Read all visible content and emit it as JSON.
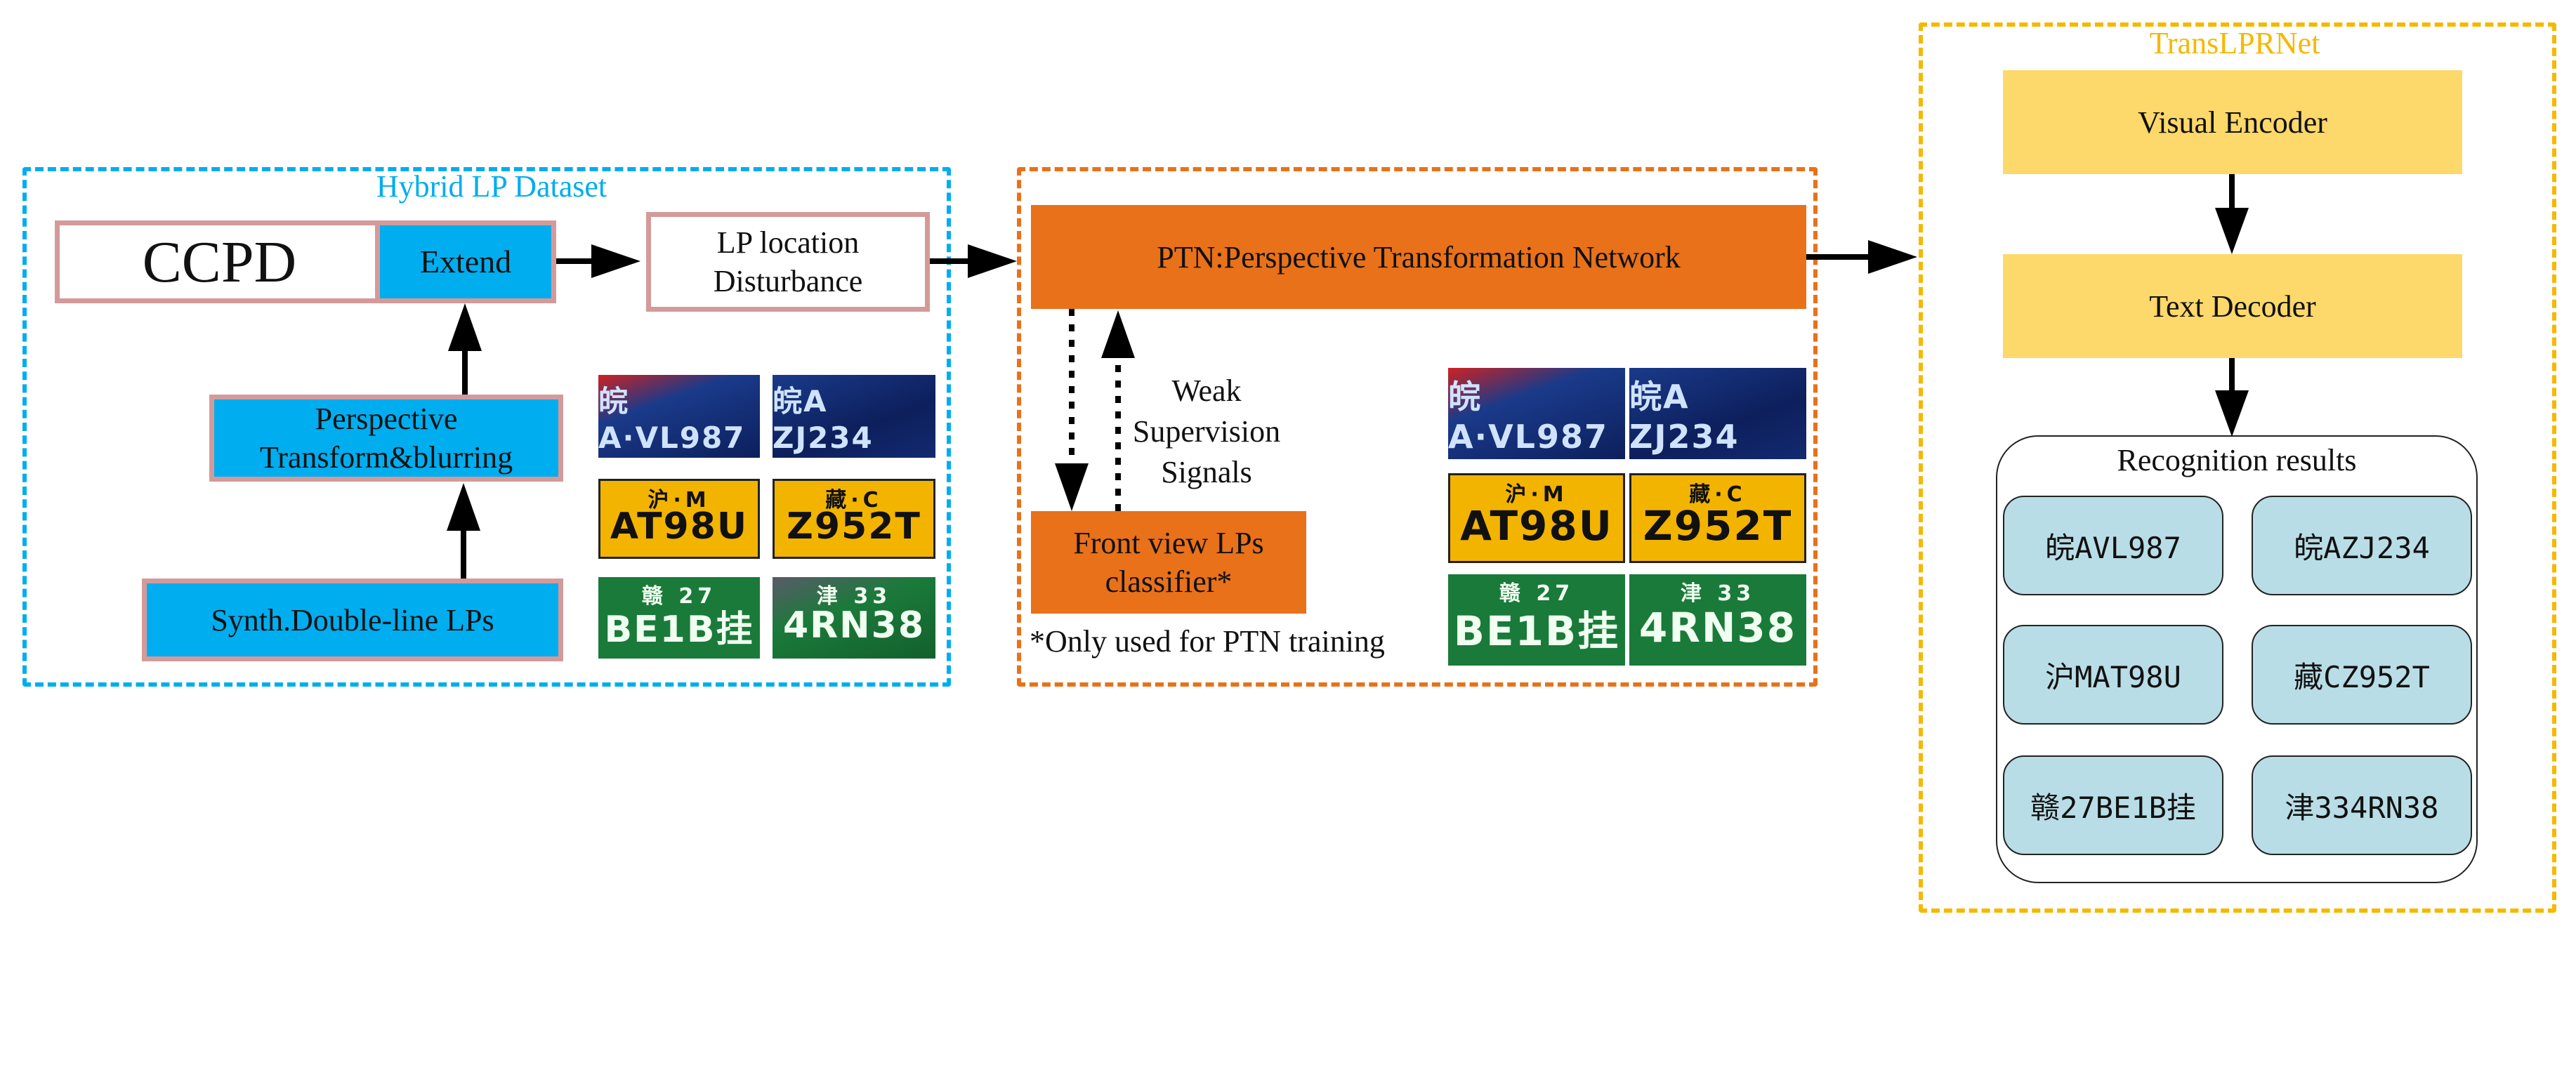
{
  "colors": {
    "hybrid_border": "#00adef",
    "ptn_border": "#e8711a",
    "trans_border": "#f5b800",
    "blue_fill": "#00adef",
    "orange_fill": "#e8711a",
    "yellow_fill": "#fdd86a",
    "result_fill": "#b9dde6"
  },
  "hybrid": {
    "title": "Hybrid LP Dataset",
    "ccpd": "CCPD",
    "extend": "Extend",
    "perspective": "Perspective Transform&blurring",
    "synth": "Synth.Double-line LPs",
    "lp_location": "LP location Disturbance"
  },
  "ptn": {
    "title_box": "PTN:Perspective Transformation Network",
    "weak": "Weak Supervision Signals",
    "classifier": "Front view LPs classifier*",
    "note": "*Only used for PTN training"
  },
  "plates": [
    {
      "small": "",
      "big": "皖A·VL987",
      "style": "blue-red"
    },
    {
      "small": "",
      "big": "皖A ZJ234",
      "style": "blue"
    },
    {
      "small": "沪·M",
      "big": "AT98U",
      "style": "yellow"
    },
    {
      "small": "藏·C",
      "big": "Z952T",
      "style": "yellow"
    },
    {
      "small": "赣 27",
      "big": "BE1B挂",
      "style": "green"
    },
    {
      "small": "津 33",
      "big": "4RN38",
      "style": "gray"
    }
  ],
  "trans": {
    "title": "TransLPRNet",
    "visual_encoder": "Visual Encoder",
    "text_decoder": "Text Decoder",
    "results_title": "Recognition results",
    "results": [
      "皖AVL987",
      "皖AZJ234",
      "沪MAT98U",
      "藏CZ952T",
      "赣27BE1B挂",
      "津334RN38"
    ]
  }
}
